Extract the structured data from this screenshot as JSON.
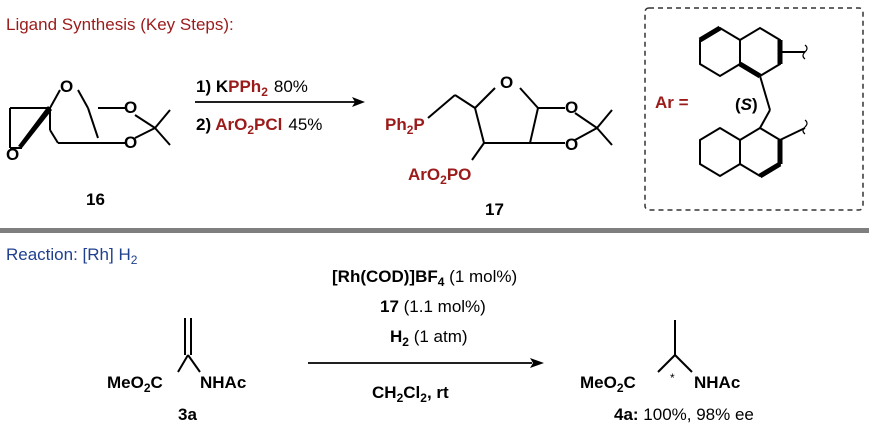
{
  "section_top": {
    "title": "Ligand Synthesis (Key Steps):",
    "step1_prefix": "1) K",
    "step1_reagent": "PPh",
    "step1_reagent_sub": "2",
    "step1_yield": "80%",
    "step2_prefix": "2) ",
    "step2_reagent_a": "ArO",
    "step2_reagent_sub": "2",
    "step2_reagent_b": "PCl",
    "step2_yield": "45%",
    "start_label": "16",
    "product_label": "17",
    "ph2p_a": "Ph",
    "ph2p_sub": "2",
    "ph2p_b": "P",
    "aro2po_a": "ArO",
    "aro2po_sub": "2",
    "aro2po_b": "PO",
    "atom_o": "O",
    "ar_label": "Ar =",
    "stereo_paren_l": "(",
    "stereo_s": "S",
    "stereo_paren_r": ")"
  },
  "section_bottom": {
    "title_a": "Reaction: [Rh] H",
    "title_sub": "2",
    "catalyst_a": "[Rh(COD)]BF",
    "catalyst_sub": "4",
    "catalyst_amt": " (1 mol%)",
    "ligand_num": "17",
    "ligand_amt": " (1.1 mol%)",
    "gas_a": "H",
    "gas_sub": "2",
    "gas_amt": " (1 atm)",
    "solvent_a": "CH",
    "solvent_sub1": "2",
    "solvent_b": "Cl",
    "solvent_sub2": "2",
    "solvent_c": ", rt",
    "sm_ester_a": "MeO",
    "sm_ester_sub": "2",
    "sm_ester_b": "C",
    "sm_amide": "NHAc",
    "sm_label": "3a",
    "pr_ester_a": "MeO",
    "pr_ester_sub": "2",
    "pr_ester_b": "C",
    "pr_star": "*",
    "pr_amide": "NHAc",
    "pr_label": "4a:",
    "pr_result": " 100%, 98% ee"
  },
  "colors": {
    "accent_red": "#9b1b1b",
    "accent_blue": "#1f3f8f",
    "divider": "#7f7f7f"
  }
}
